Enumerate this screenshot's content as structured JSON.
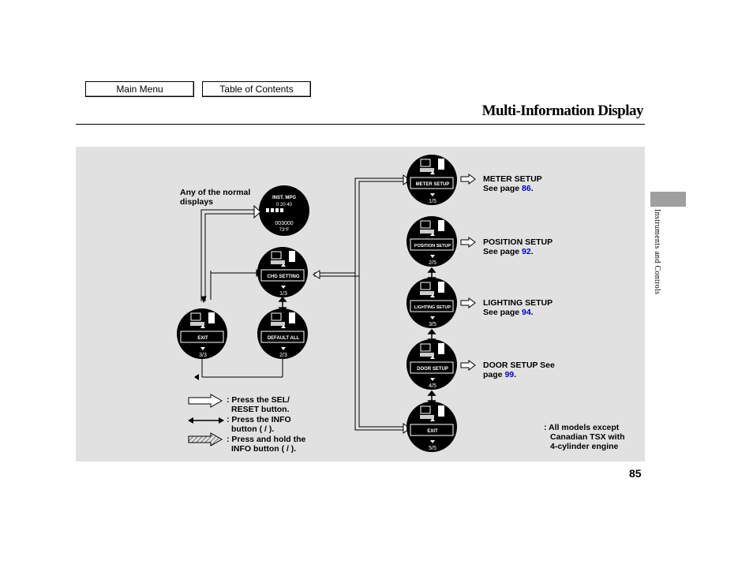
{
  "nav": {
    "main_menu": "Main Menu",
    "table_of_contents": "Table of Contents"
  },
  "header": {
    "title": "Multi-Information Display"
  },
  "side": {
    "section": "Instruments and Controls"
  },
  "page_number": "85",
  "diagram": {
    "normal_label_1": "Any of the normal",
    "normal_label_2": "displays",
    "normal_display": {
      "line1": "INST. MPG",
      "scale": "0    20    40",
      "odo": "003000",
      "temp": "73°F"
    },
    "displays": [
      {
        "label": "CHG SETTING",
        "index": "1/3"
      },
      {
        "label": "DEFAULT ALL",
        "index": "2/3"
      },
      {
        "label": "EXIT",
        "index": "3/3"
      },
      {
        "label": "METER SETUP",
        "index": "1/5"
      },
      {
        "label": "POSITION SETUP",
        "index": "2/5"
      },
      {
        "label": "LIGHTING SETUP",
        "index": "3/5"
      },
      {
        "label": "DOOR SETUP",
        "index": "4/5"
      },
      {
        "label": "EXIT",
        "index": "5/5"
      }
    ],
    "setup_labels": [
      {
        "line1": "METER SETUP",
        "line2": "See page ",
        "page": "86",
        "end": "."
      },
      {
        "line1": "POSITION SETUP",
        "line2": "See page ",
        "page": "92",
        "end": "."
      },
      {
        "line1": "LIGHTING SETUP",
        "line2": "See page ",
        "page": "94",
        "end": "."
      },
      {
        "line1": "DOOR SETUP See",
        "line2": "page ",
        "page": "99",
        "end": "."
      }
    ],
    "legend": {
      "sel_1": ": Press the SEL/",
      "sel_2": "RESET button.",
      "info_1": ": Press the INFO",
      "info_2": "button (    /     ).",
      "hold_1": ": Press and hold the",
      "hold_2": "INFO button (     /     )."
    },
    "footnote": {
      "line1": ":  All models except",
      "line2": "Canadian TSX with",
      "line3": "4-cylinder engine"
    }
  }
}
